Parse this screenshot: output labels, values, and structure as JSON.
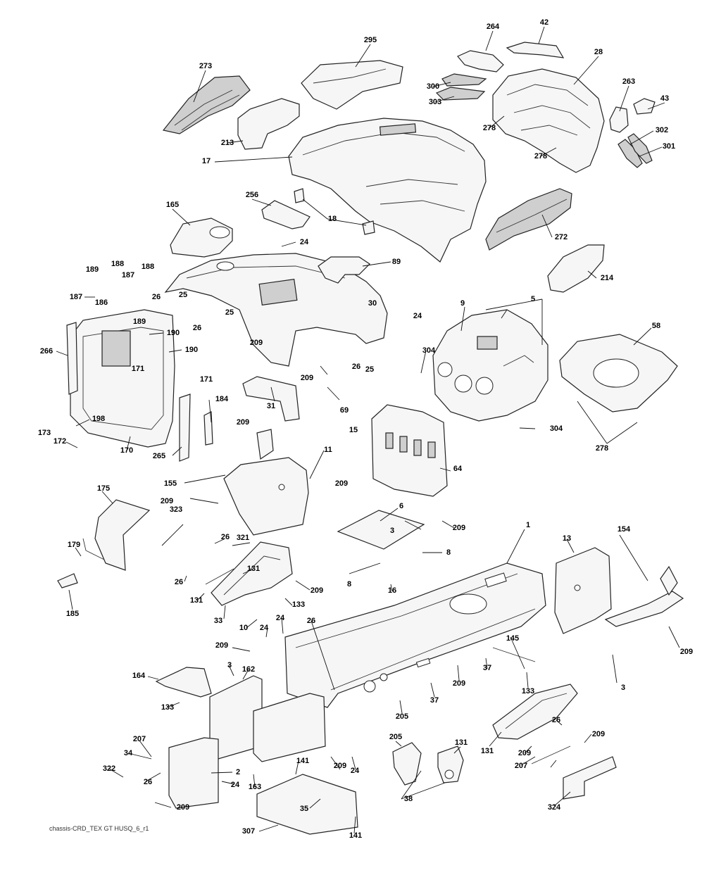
{
  "caption": "chassis-CRD_TEX GT HUSQ_6_r1",
  "callouts": [
    "295",
    "264",
    "42",
    "28",
    "273",
    "300",
    "303",
    "263",
    "43",
    "278",
    "213",
    "302",
    "17",
    "301",
    "278",
    "165",
    "256",
    "18",
    "272",
    "24",
    "89",
    "188",
    "188",
    "189",
    "187",
    "187",
    "186",
    "189",
    "25",
    "26",
    "25",
    "26",
    "30",
    "24",
    "5",
    "9",
    "214",
    "58",
    "190",
    "266",
    "190",
    "209",
    "171",
    "209",
    "26",
    "25",
    "69",
    "304",
    "171",
    "184",
    "31",
    "198",
    "172",
    "173",
    "170",
    "265",
    "209",
    "15",
    "64",
    "11",
    "155",
    "278",
    "304",
    "209",
    "175",
    "6",
    "209",
    "209",
    "3",
    "323",
    "1",
    "8",
    "154",
    "13",
    "26",
    "321",
    "179",
    "131",
    "26",
    "209",
    "8",
    "16",
    "131",
    "133",
    "185",
    "33",
    "10",
    "24",
    "24",
    "26",
    "209",
    "145",
    "209",
    "3",
    "164",
    "162",
    "37",
    "209",
    "3",
    "133",
    "37",
    "133",
    "205",
    "205",
    "131",
    "26",
    "209",
    "207",
    "34",
    "131",
    "209",
    "322",
    "207",
    "26",
    "2",
    "141",
    "209",
    "24",
    "24",
    "163",
    "38",
    "35",
    "324",
    "209",
    "307",
    "141"
  ]
}
